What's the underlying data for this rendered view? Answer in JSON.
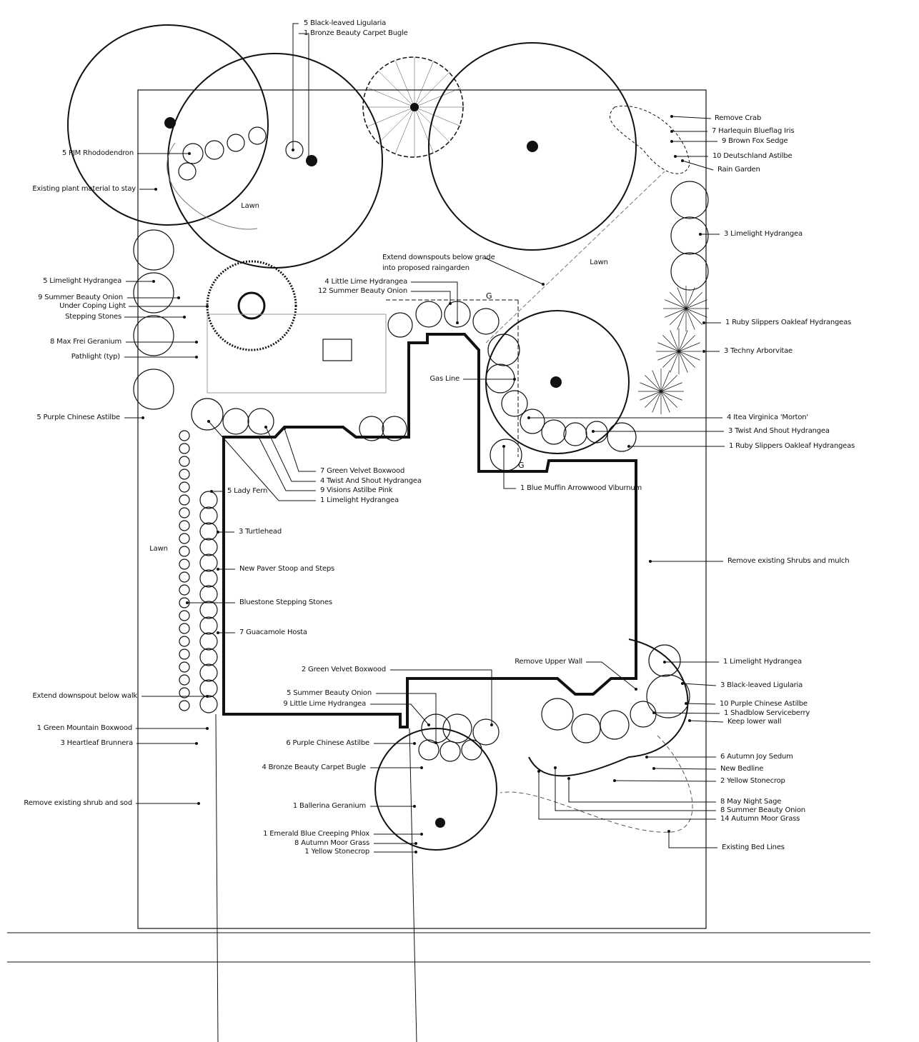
{
  "labels": [
    "5 Black-leaved Ligularia",
    "1 Bronze Beauty Carpet Bugle",
    "5 PJM Rhododendron",
    "Existing plant material to stay",
    "Lawn",
    "5 Limelight Hydrangea",
    "9 Summer Beauty Onion",
    "Under Coping Light",
    "Stepping Stones",
    "8 Max Frei Geranium",
    "Pathlight (typ)",
    "5 Purple Chinese Astilbe",
    "Extend downspouts below grade",
    "into proposed raingarden",
    "4 Little Lime Hydrangea",
    "12 Summer Beauty Onion",
    "Lawn",
    "Gas Line",
    "7 Green Velvet Boxwood",
    "4 Twist And Shout Hydrangea",
    "9 Visions Astilbe Pink",
    "1 Limelight Hydrangea",
    "1 Blue Muffin Arrowwood Viburnum",
    "5 Lady Fern",
    "3 Turtlehead",
    "New Paver Stoop and Steps",
    "Bluestone Stepping Stones",
    "7 Guacamole Hosta",
    "Lawn",
    "Extend downspout below walk",
    "1 Green Mountain Boxwood",
    "3 Heartleaf Brunnera",
    "Remove existing shrub and sod",
    "Remove Crab",
    "7 Harlequin Blueflag Iris",
    "9 Brown Fox Sedge",
    "10 Deutschland Astilbe",
    "Rain Garden",
    "3 Limelight Hydrangea",
    "1 Ruby Slippers Oakleaf Hydrangeas",
    "3 Techny Arborvitae",
    "4 Itea Virginica 'Morton'",
    "3 Twist And Shout Hydrangea",
    "1 Ruby Slippers Oakleaf Hydrangeas",
    "Remove existing Shrubs and mulch",
    "Remove Upper Wall",
    "1 Limelight Hydrangea",
    "3 Black-leaved Ligularia",
    "10 Purple Chinese Astilbe",
    "1 Shadblow Serviceberry",
    "Keep lower wall",
    "6 Autumn Joy Sedum",
    "New Bedline",
    "2 Yellow Stonecrop",
    "8 May Night Sage",
    "8 Summer Beauty Onion",
    "14 Autumn Moor Grass",
    "Existing Bed Lines",
    "2 Green Velvet Boxwood",
    "5 Summer Beauty Onion",
    "9 Little Lime Hydrangea",
    "6 Purple Chinese Astilbe",
    "4 Bronze Beauty Carpet Bugle",
    "1 Ballerina Geranium",
    "1 Emerald Blue Creeping Phlox",
    "8 Autumn Moor Grass",
    "1 Yellow Stonecrop"
  ],
  "gas_marker": "G"
}
